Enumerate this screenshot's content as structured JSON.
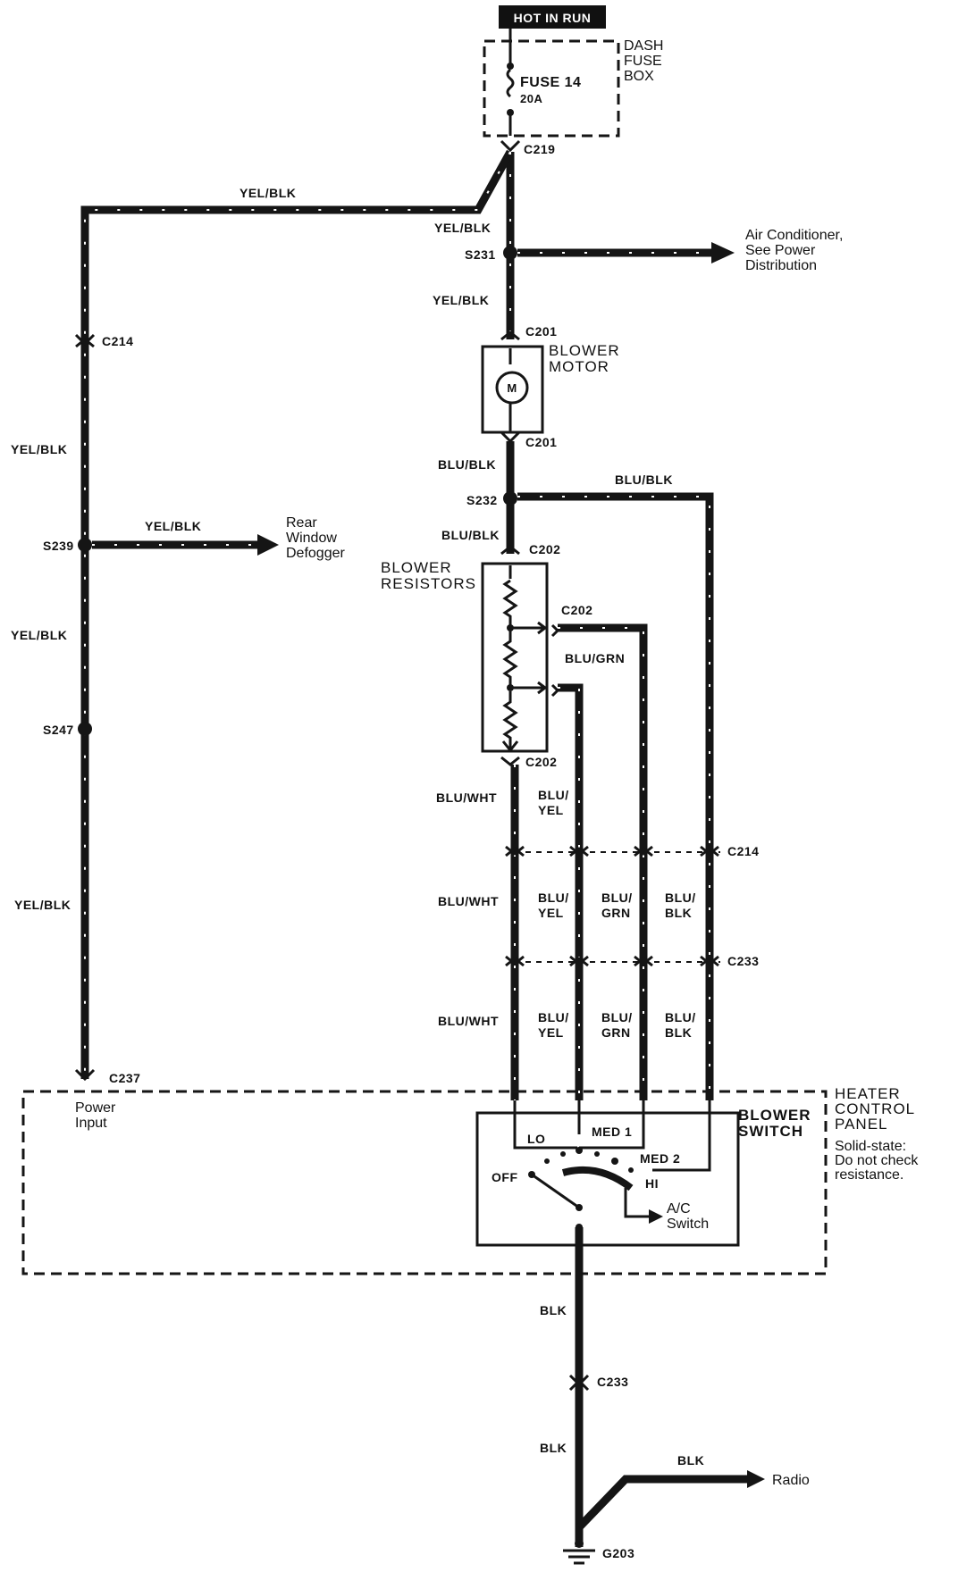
{
  "hot_in_run": "HOT IN RUN",
  "dash_fuse_box": [
    "DASH",
    "FUSE",
    "BOX"
  ],
  "fuse": {
    "name": "FUSE 14",
    "rating": "20A"
  },
  "connectors": {
    "c219": "C219",
    "c214_left": "C214",
    "c201_top": "C201",
    "c201_bot": "C201",
    "c202_top": "C202",
    "c202_mid": "C202",
    "c202_bot": "C202",
    "c214_right": "C214",
    "c233_top": "C233",
    "c237": "C237",
    "c233_bot": "C233",
    "g203": "G203"
  },
  "splices": {
    "s231": "S231",
    "s232": "S232",
    "s239": "S239",
    "s247": "S247"
  },
  "wires": {
    "yel_blk": "YEL/BLK",
    "blu_blk": "BLU/BLK",
    "blu_grn": "BLU/GRN",
    "blu_wht": "BLU/WHT",
    "blu_yel_l1": "BLU/",
    "yel_l2": "YEL",
    "grn_l2": "GRN",
    "blk_l2": "BLK",
    "blk": "BLK"
  },
  "air_conditioner": [
    "Air Conditioner,",
    "See Power",
    "Distribution"
  ],
  "rear_defogger": [
    "Rear",
    "Window",
    "Defogger"
  ],
  "blower_motor": [
    "BLOWER",
    "MOTOR"
  ],
  "motor_symbol": "M",
  "blower_resistors": [
    "BLOWER",
    "RESISTORS"
  ],
  "power_input": [
    "Power",
    "Input"
  ],
  "heater_panel": [
    "HEATER",
    "CONTROL",
    "PANEL"
  ],
  "solid_state": [
    "Solid-state:",
    "Do not check",
    "resistance."
  ],
  "blower_switch": [
    "BLOWER",
    "SWITCH"
  ],
  "switch_positions": {
    "lo": "LO",
    "med1": "MED 1",
    "med2": "MED 2",
    "hi": "HI",
    "off": "OFF"
  },
  "ac_switch": [
    "A/C",
    "Switch"
  ],
  "radio": "Radio"
}
